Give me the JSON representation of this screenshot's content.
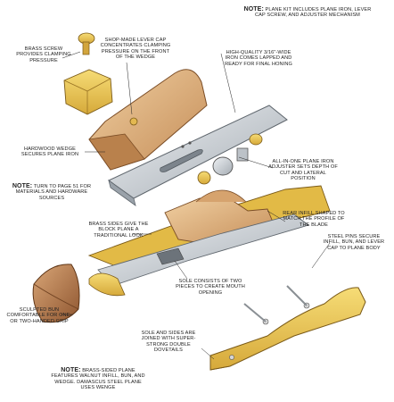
{
  "labels": {
    "note_top_head": "NOTE:",
    "note_top_body": "PLANE KIT INCLUDES PLANE IRON, LEVER CAP SCREW, AND ADJUSTER MECHANISM",
    "brass_screw": "BRASS SCREW PROVIDES CLAMPING PRESSURE",
    "lever_cap": "SHOP-MADE LEVER CAP CONCENTRATES CLAMPING PRESSURE ON THE FRONT OF THE WEDGE",
    "iron": "HIGH-QUALITY 3/16\"-WIDE IRON COMES LAPPED AND READY FOR FINAL HONING",
    "wedge": "HARDWOOD WEDGE SECURES PLANE IRON",
    "adjuster": "ALL-IN-ONE PLANE IRON ADJUSTER SETS DEPTH OF CUT AND LATERAL POSITION",
    "note_page_head": "NOTE:",
    "note_page_body": "TURN TO PAGE 51 FOR MATERIALS AND HARDWARE SOURCES",
    "rear_infill": "REAR INFILL SHAPED TO MATCH THE PROFILE OF THE BLADE",
    "brass_sides": "BRASS SIDES GIVE THE BLOCK PLANE A TRADITIONAL LOOK",
    "steel_pins": "STEEL PINS SECURE INFILL, BUN, AND LEVER CAP TO PLANE BODY",
    "sole": "SOLE CONSISTS OF TWO PIECES TO CREATE MOUTH OPENING",
    "bun": "SCULPTED BUN COMFORTABLE FOR ONE- OR TWO-HANDED GRIP",
    "joined": "SOLE AND SIDES ARE JOINED WITH SUPER-STRONG DOUBLE DOVETAILS",
    "note_bottom_head": "NOTE:",
    "note_bottom_body": "BRASS-SIDED PLANE FEATURES WALNUT INFILL, BUN, AND WEDGE. DAMASCUS STEEL PLANE USES WENGE"
  },
  "colors": {
    "brass": "#e8c24a",
    "brass_dark": "#b8912a",
    "wood": "#d9ad7c",
    "wood_dark": "#a87344",
    "walnut": "#b57a4e",
    "steel": "#c9ced3",
    "steel_dark": "#8e969e"
  }
}
